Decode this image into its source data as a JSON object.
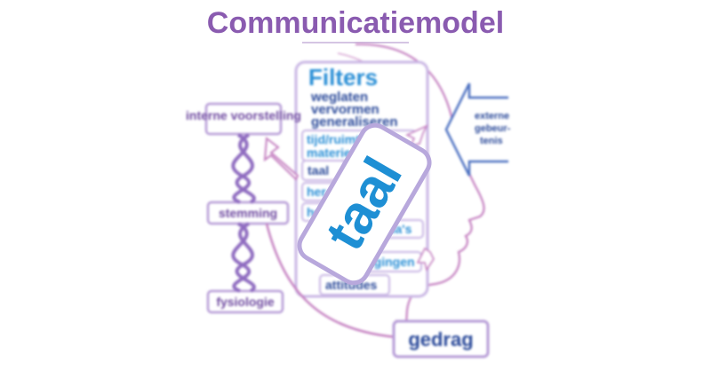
{
  "title": "Communicatiemodel",
  "left_column": {
    "top": "interne voorstelling",
    "middle": "stemming",
    "bottom": "fysiologie"
  },
  "filters": {
    "heading": "Filters",
    "operations": [
      "weglaten",
      "vervormen",
      "generaliseren"
    ],
    "items": [
      "tijd/ruimte",
      "materie",
      "taal",
      "her",
      "he",
      "ma's",
      "overtuigingen",
      "attitudes"
    ]
  },
  "external_event": {
    "lines": [
      "externe",
      "gebeur-",
      "tenis"
    ]
  },
  "output": "gedrag",
  "card": "taal",
  "colors": {
    "purple": "#8a5bb0",
    "deep_blue": "#2b4a9a",
    "sky_blue": "#2a8fd6",
    "card_border": "#b8a8dc"
  }
}
